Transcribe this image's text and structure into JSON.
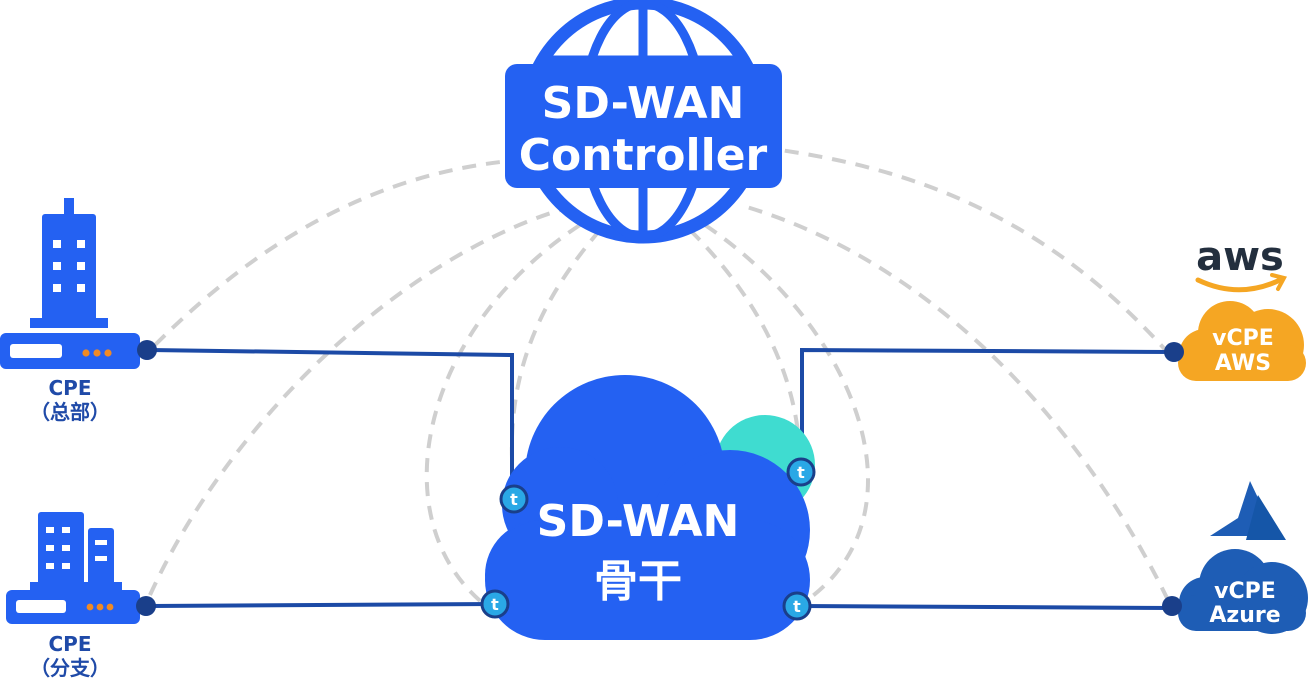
{
  "controller": {
    "line1": "SD-WAN",
    "line2": "Controller"
  },
  "backbone": {
    "line1": "SD-WAN",
    "line2": "骨干"
  },
  "sites": {
    "hq": {
      "line1": "CPE",
      "line2": "（总部）"
    },
    "branch": {
      "line1": "CPE",
      "line2": "（分支）"
    }
  },
  "clouds": {
    "aws": {
      "logo": "aws",
      "line1": "vCPE",
      "line2": "AWS"
    },
    "azure": {
      "line1": "vCPE",
      "line2": "Azure"
    }
  },
  "tunnel_glyph": "t",
  "colors": {
    "primary": "#2461f2",
    "link": "#1c4aa6",
    "dashed": "#cfcfcf",
    "aws": "#f5a623",
    "azure": "#1e5db5",
    "teal": "#3fdcd0",
    "port": "#1a3f8a"
  }
}
